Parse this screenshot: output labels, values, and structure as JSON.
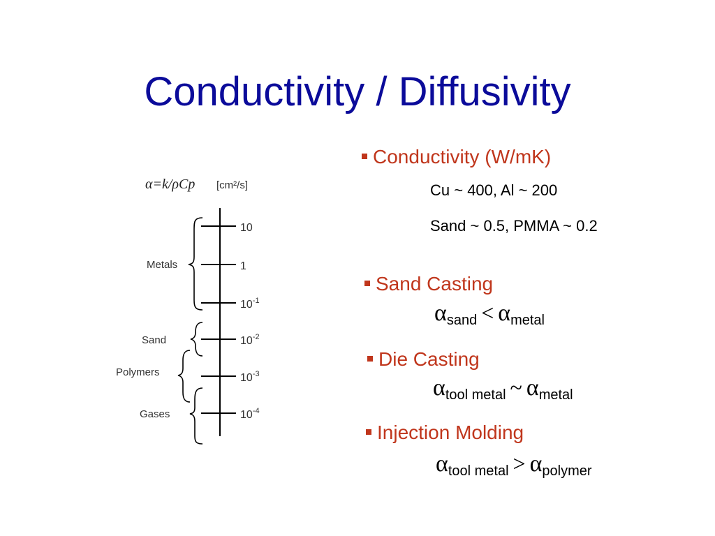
{
  "slide": {
    "title": "Conductivity / Diffusivity"
  },
  "diagram": {
    "equation": "α=k/ρCp",
    "units": "[cm²/s]",
    "scale_labels": [
      {
        "base": "10",
        "exp": ""
      },
      {
        "base": "1",
        "exp": ""
      },
      {
        "base": "10",
        "exp": "-1"
      },
      {
        "base": "10",
        "exp": "-2"
      },
      {
        "base": "10",
        "exp": "-3"
      },
      {
        "base": "10",
        "exp": "-4"
      }
    ],
    "groups": [
      "Metals",
      "Sand",
      "Polymers",
      "Gases"
    ]
  },
  "content": {
    "conductivity": {
      "heading": "Conductivity (W/mK)",
      "line1": "Cu ~ 400, Al ~ 200",
      "line2": "Sand ~ 0.5, PMMA ~ 0.2"
    },
    "sand_casting": {
      "heading": "Sand Casting",
      "alpha": "α",
      "left_sub": "sand",
      "op": "<",
      "right_sub": "metal"
    },
    "die_casting": {
      "heading": "Die Casting",
      "alpha": "α",
      "left_sub": "tool metal",
      "op": "~",
      "right_sub": "metal"
    },
    "injection_molding": {
      "heading": "Injection Molding",
      "alpha": "α",
      "left_sub": "tool metal",
      "op": ">",
      "right_sub": "polymer"
    }
  },
  "colors": {
    "title": "#0b0b9a",
    "bullet": "#c0361c"
  }
}
